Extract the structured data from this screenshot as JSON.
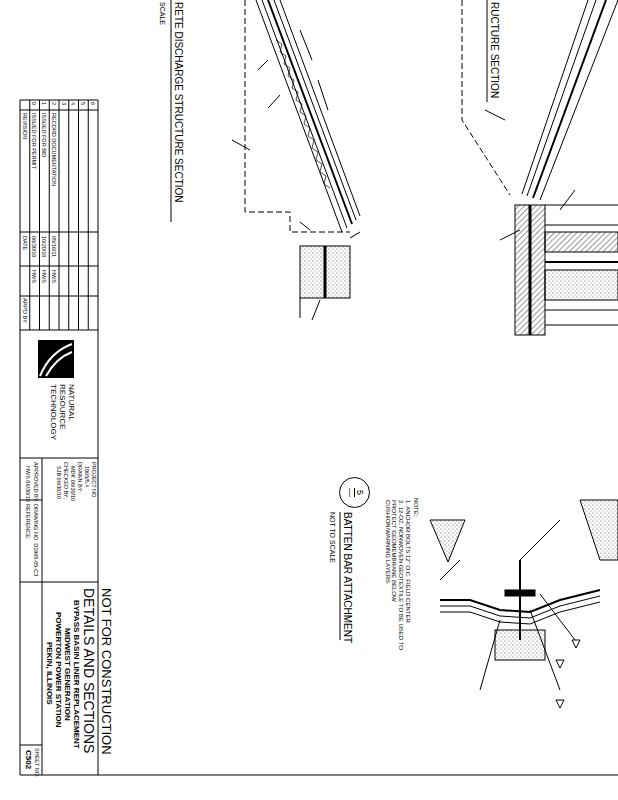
{
  "diagram": {
    "title": "DETAILS AND SECTIONS",
    "nodes": [
      {
        "text": [
          "5",
          "—"
        ]
      }
    ],
    "labels": [
      "NOT FOR CONSTRUCTION",
      "BYPASS BASIN LINER REPLACEMENT",
      "MIDWEST GENERATION",
      "POWERTON POWER STATION",
      "PEKIN, ILLINOIS",
      "SHEET NO.",
      "C502",
      "PROJECT NO.",
      "1965/5.4",
      "DRAWN BY:",
      "MDK 06/30/10",
      "CHECKED BY:",
      "SJB 06/30/10",
      "APPROVED BY:",
      "HWS 06/30/10",
      "DRAWING NO. D1965-05-C3",
      "REFERENCE:",
      "REVISION",
      "DATE",
      "APP'D BY",
      "0",
      "ISSUED FOR PERMIT",
      "06/30/10",
      "HWS",
      "1",
      "ISSUED FOR BID",
      "10/20/10",
      "HWS",
      "2",
      "RECORD DOCUMENTATION",
      "05/16/11",
      "HWS",
      "3",
      "4",
      "5",
      "6",
      "NATURAL",
      "RESOURCE",
      "TECHNOLOGY",
      "RETE DISCHARGE STRUCTURE SECTION",
      "SCALE",
      "RUCTURE SECTION",
      "BATTEN BAR ATTACHMENT",
      "NOT TO SCALE",
      "NOTE:",
      "1. ANCHOR BOLTS 12\" O.C. FIELD CENTER",
      "2. 12-OZ. NONWOVEN GEOTEXTILE TO BE USED TO PROTECT GEOMEMBRANE BELOW CUSHION/WARNING LAYERS."
    ]
  }
}
